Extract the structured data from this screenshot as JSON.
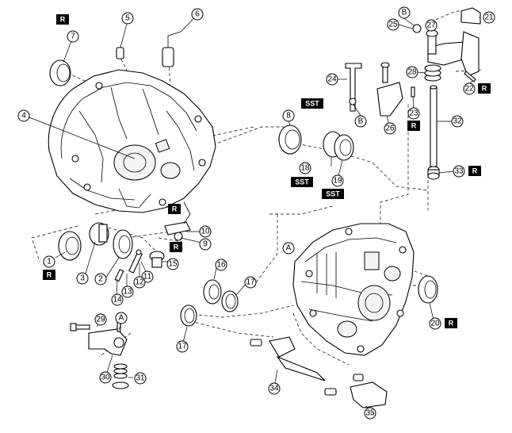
{
  "callouts": [
    "1",
    "2",
    "3",
    "4",
    "5",
    "6",
    "7",
    "8",
    "9",
    "10",
    "11",
    "12",
    "13",
    "14",
    "15",
    "16",
    "17",
    "17",
    "18",
    "19",
    "20",
    "21",
    "22",
    "23",
    "24",
    "25",
    "26",
    "27",
    "28",
    "29",
    "30",
    "31",
    "32",
    "33",
    "34",
    "35"
  ],
  "markers": {
    "b": "B",
    "a": "A"
  },
  "badges": {
    "r": "R",
    "sst": "SST"
  }
}
